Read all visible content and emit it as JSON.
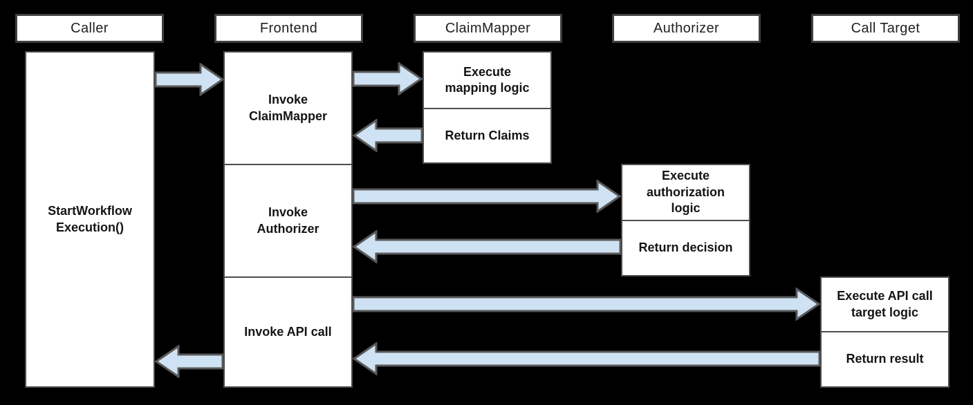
{
  "lanes": [
    {
      "label": "Caller"
    },
    {
      "label": "Frontend"
    },
    {
      "label": "ClaimMapper"
    },
    {
      "label": "Authorizer"
    },
    {
      "label": "Call Target"
    }
  ],
  "nodes": {
    "caller_start": "StartWorkflow\nExecution()",
    "frontend_invoke_claimmapper": "Invoke\nClaimMapper",
    "frontend_invoke_authorizer": "Invoke\nAuthorizer",
    "frontend_invoke_api_call": "Invoke API call",
    "claimmapper_execute": "Execute\nmapping logic",
    "claimmapper_return": "Return Claims",
    "authorizer_execute": "Execute\nauthorization\nlogic",
    "authorizer_return": "Return decision",
    "calltarget_execute": "Execute API call\ntarget logic",
    "calltarget_return": "Return result"
  },
  "edges": [
    {
      "from": "Caller",
      "to": "Frontend",
      "direction": "right"
    },
    {
      "from": "Frontend",
      "to": "ClaimMapper",
      "direction": "right"
    },
    {
      "from": "ClaimMapper",
      "to": "Frontend",
      "direction": "left"
    },
    {
      "from": "Frontend",
      "to": "Authorizer",
      "direction": "right"
    },
    {
      "from": "Authorizer",
      "to": "Frontend",
      "direction": "left"
    },
    {
      "from": "Frontend",
      "to": "Call Target",
      "direction": "right"
    },
    {
      "from": "Call Target",
      "to": "Frontend",
      "direction": "left"
    },
    {
      "from": "Frontend",
      "to": "Caller",
      "direction": "left"
    }
  ],
  "colors": {
    "background": "#000000",
    "box_fill": "#ffffff",
    "box_border": "#4a4a4a",
    "arrow_fill": "#cfe2f3",
    "arrow_border": "#595959",
    "text": "#141414"
  }
}
